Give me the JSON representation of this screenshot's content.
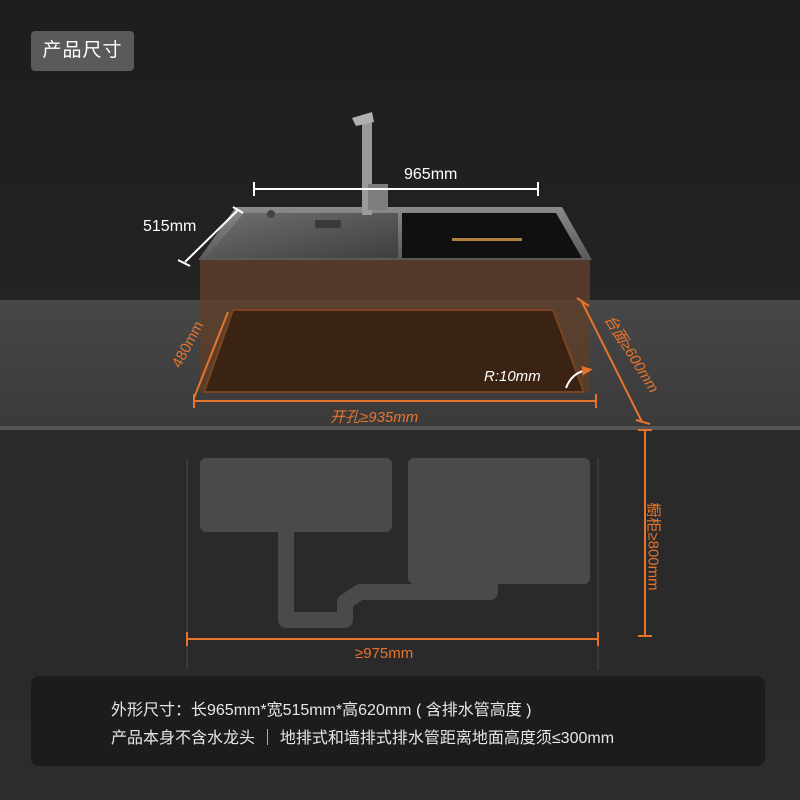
{
  "header": {
    "badge_label": "产品尺寸"
  },
  "dimensions": {
    "width_top": "965mm",
    "depth": "515mm",
    "cutout_depth": "480mm",
    "corner_radius": "R:10mm",
    "cutout_width": "开孔≥935mm",
    "countertop": "台面≥600mm",
    "cabinet": "橱柜≥800mm",
    "cabinet_width": "≥975mm"
  },
  "info": {
    "line1": "外形尺寸：长965mm*宽515mm*高620mm ( 含排水管高度 )",
    "line2": "产品本身不含水龙头 ｜ 地排式和墙排式排水管距离地面高度须≤300mm"
  },
  "colors": {
    "accent": "#e8742c",
    "background": "#262626",
    "counter": "#3e3e3e"
  }
}
